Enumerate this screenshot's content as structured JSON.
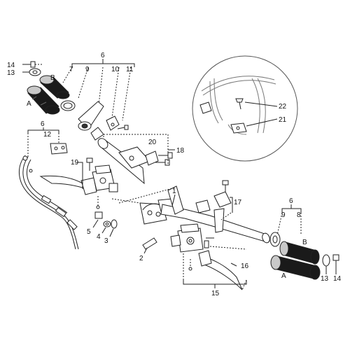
{
  "diagram": {
    "callouts": {
      "c1": "1",
      "c2": "2",
      "c3": "3",
      "c4": "4",
      "c5": "5",
      "c6_top": "6",
      "c6_left": "6",
      "c6_right": "6",
      "c7": "7",
      "c8": "8",
      "c9_top": "9",
      "c9_right": "9",
      "c10": "10",
      "c11": "11",
      "c12": "12",
      "c13_left": "13",
      "c13_right": "13",
      "c14_left": "14",
      "c14_right": "14",
      "c15": "15",
      "c16": "16",
      "c17": "17",
      "c18": "18",
      "c19": "19",
      "c20": "20",
      "c21": "21",
      "c22": "22"
    },
    "grip_labels": {
      "left_a": "A",
      "left_b": "B",
      "right_a": "A",
      "right_b": "B"
    }
  }
}
